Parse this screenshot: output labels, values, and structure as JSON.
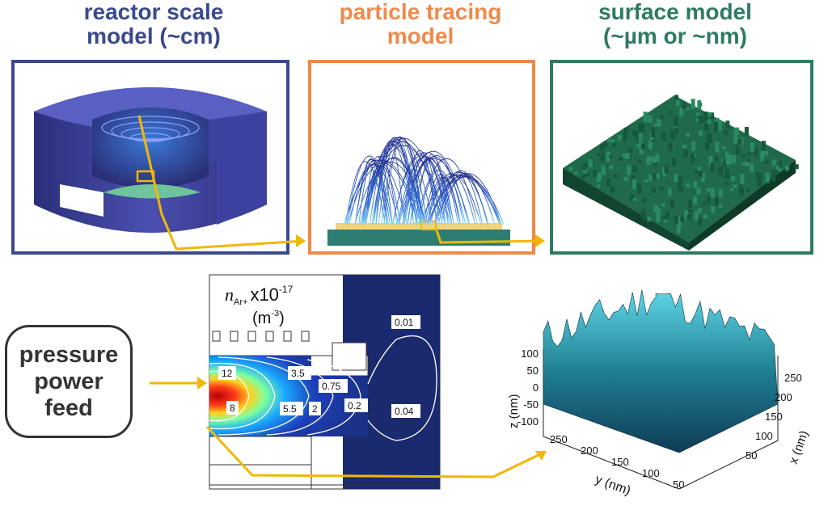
{
  "headers": {
    "reactor": {
      "line1": "reactor scale",
      "line2": "model (~cm)",
      "color": "#3a4a8c"
    },
    "particle": {
      "line1": "particle tracing",
      "line2": "model",
      "color": "#f0894a"
    },
    "surface": {
      "line1": "surface model",
      "line2": "(~µm or ~nm)",
      "color": "#2f7a62"
    }
  },
  "inputs": {
    "lines": [
      "pressure",
      "power",
      "feed"
    ]
  },
  "density_plot": {
    "quantity": "n",
    "subscript": "Ar+",
    "multiplier": "x10",
    "exponent": "-17",
    "unit_open": "(m",
    "unit_exp": "-3",
    "unit_close": ")",
    "contour_labels": [
      "12",
      "8",
      "3.5",
      "5.5",
      "2",
      "0.75",
      "0.2",
      "0.04",
      "0.01"
    ]
  },
  "surface_plot": {
    "z_label": "z (nm)",
    "y_label": "y (nm)",
    "x_label": "x (nm)",
    "z_ticks": [
      "100",
      "50",
      "0",
      "-50",
      "-100"
    ],
    "y_ticks": [
      "250",
      "200",
      "150",
      "100",
      "50"
    ],
    "x_ticks": [
      "250",
      "200",
      "150",
      "100",
      "50"
    ]
  },
  "colors": {
    "arrow": "#f2b705",
    "reactor_border": "#3a4a8c",
    "particle_border": "#f0894a",
    "surface_border": "#2f7a62"
  }
}
